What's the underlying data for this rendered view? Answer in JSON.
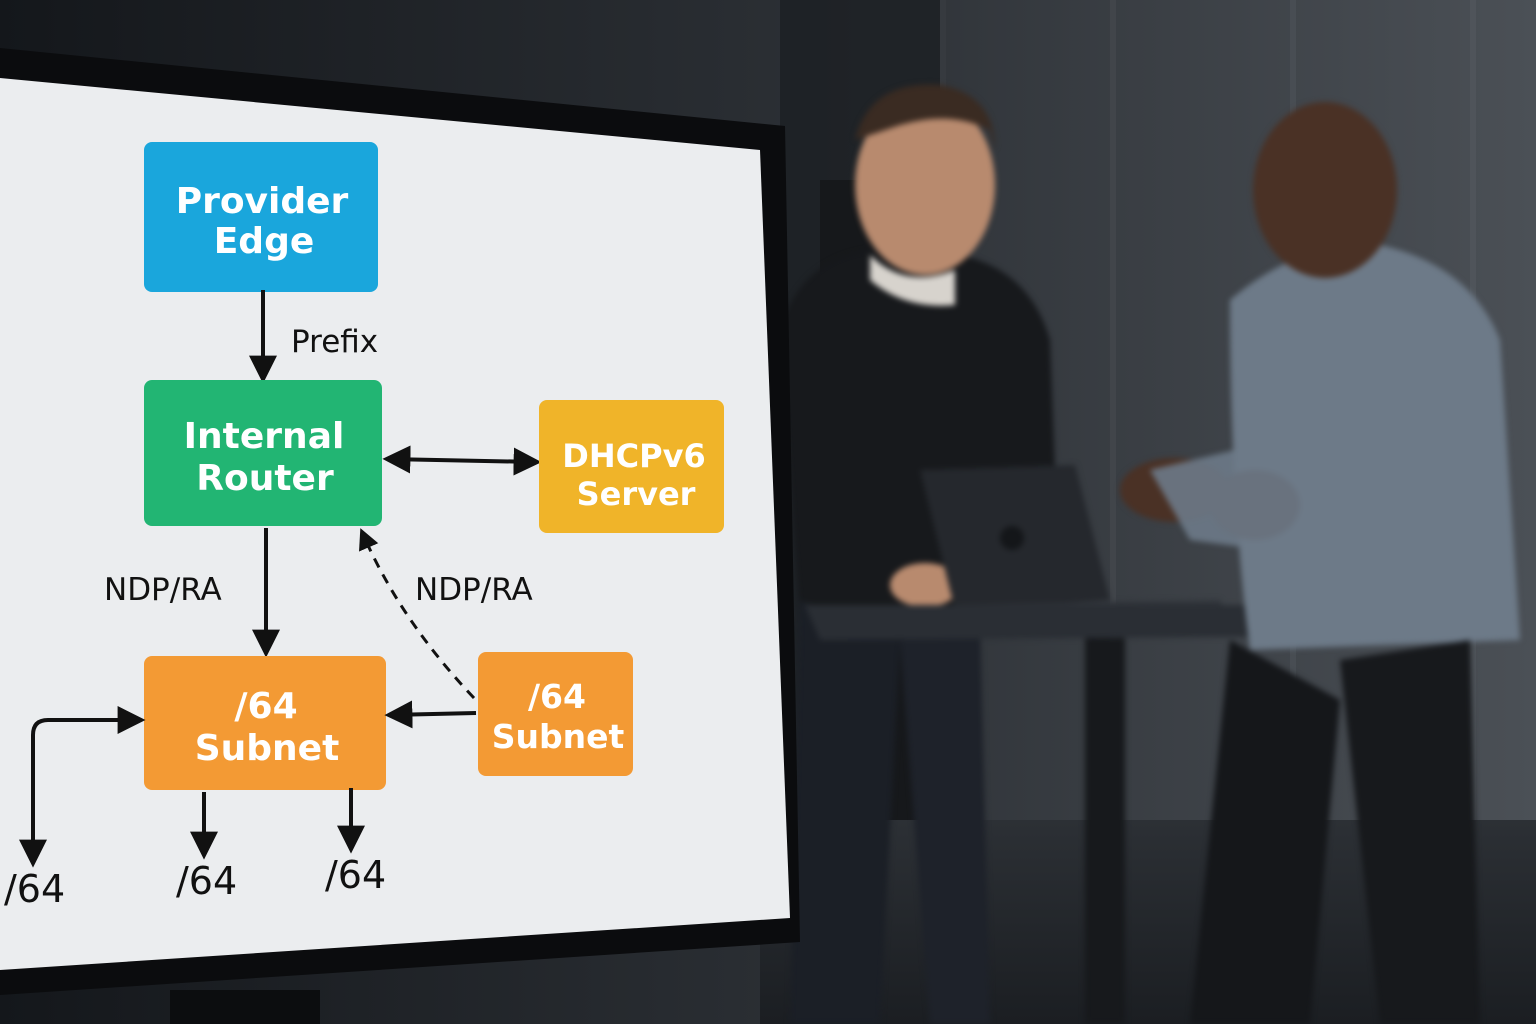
{
  "diagram": {
    "nodes": {
      "provider_edge": {
        "line1": "Provider",
        "line2": "Edge",
        "color": "#1aa6dc"
      },
      "internal_router": {
        "line1": "Internal",
        "line2": "Router",
        "color": "#22b573"
      },
      "dhcpv6_server": {
        "line1": "DHCPv6",
        "line2": "Server",
        "color": "#f0b429"
      },
      "subnet_main": {
        "line1": "/64",
        "line2": "Subnet",
        "color": "#f39a34"
      },
      "subnet_side": {
        "line1": "/64",
        "line2": "Subnet",
        "color": "#f39a34"
      }
    },
    "edges": {
      "prefix": "Prefix",
      "ndp_ra_left": "NDP/RA",
      "ndp_ra_right": "NDP/RA"
    },
    "leaves": {
      "leaf_1": "/64",
      "leaf_2": "/64",
      "leaf_3": "/64"
    }
  }
}
